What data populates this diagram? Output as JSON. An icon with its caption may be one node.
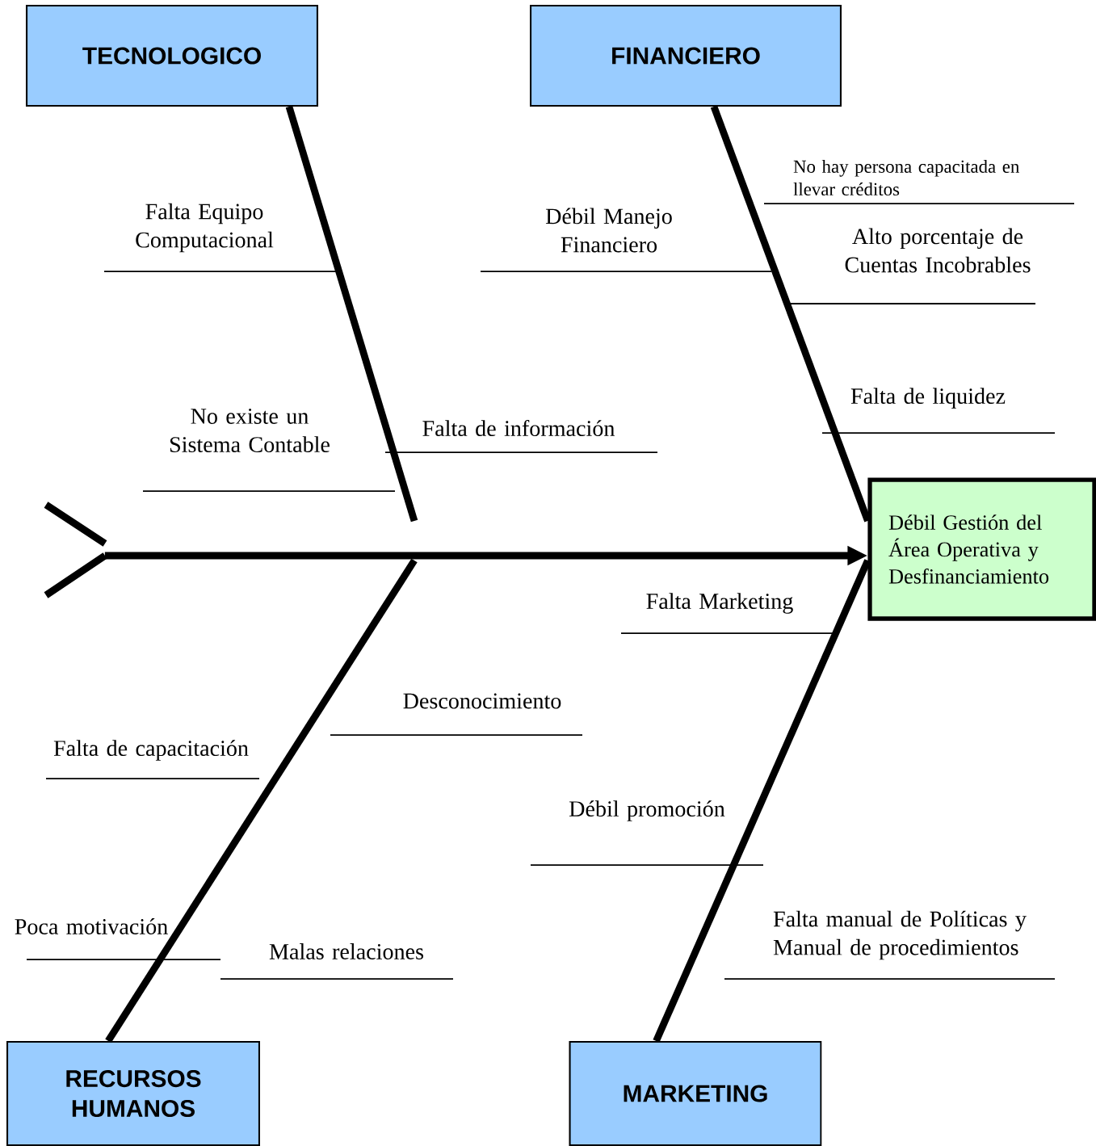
{
  "diagram": {
    "nodes": [
      {
        "text": [
          "TECNOLOGICO"
        ]
      },
      {
        "text": [
          "FINANCIERO"
        ]
      },
      {
        "text": [
          "Débil Gestión del Área Operativa y Desfinanciamiento"
        ]
      },
      {
        "text": [
          "RECURSOS HUMANOS"
        ]
      },
      {
        "text": [
          "MARKETING"
        ]
      },
      {
        "text": [],
        "shape": "chevron"
      }
    ],
    "edges": [
      {
        "from": 5,
        "to": 2,
        "arrow": "to"
      },
      {
        "from": 0,
        "to": null,
        "arrow": "none"
      },
      {
        "from": 1,
        "to": 2,
        "arrow": "none"
      },
      {
        "from": 3,
        "to": null,
        "arrow": "none"
      },
      {
        "from": 4,
        "to": 2,
        "arrow": "none"
      }
    ],
    "labels": [
      "No hay persona capacitada en llevar créditos",
      "Falta Equipo Computacional",
      "Débil Manejo Financiero",
      "Alto porcentaje de Cuentas Incobrables",
      "Falta de liquidez",
      "Falta de información",
      "No existe un Sistema Contable",
      "Falta Marketing",
      "Desconocimiento",
      "Falta de capacitación",
      "Débil promoción",
      "Poca motivación",
      "Falta manual de Políticas y Manual de procedimientos",
      "Malas relaciones"
    ]
  }
}
